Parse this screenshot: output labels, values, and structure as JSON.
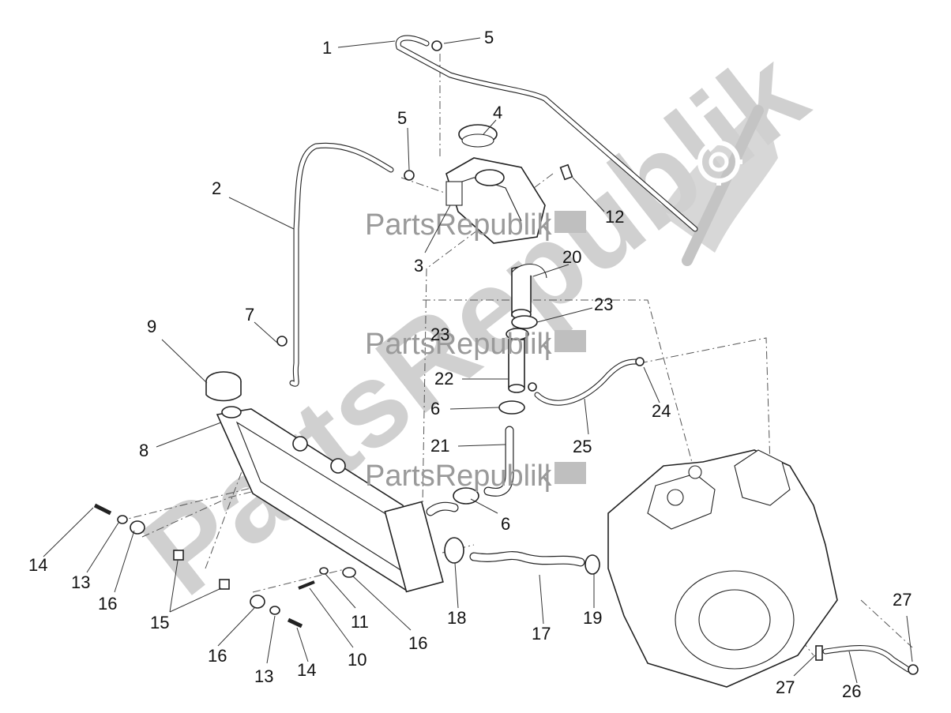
{
  "watermark": {
    "brand": "PartsRepublik",
    "separator": "|"
  },
  "callouts": [
    {
      "id": "c1",
      "label": "1"
    },
    {
      "id": "c2",
      "label": "2"
    },
    {
      "id": "c3",
      "label": "3"
    },
    {
      "id": "c4",
      "label": "4"
    },
    {
      "id": "c5a",
      "label": "5"
    },
    {
      "id": "c5b",
      "label": "5"
    },
    {
      "id": "c6a",
      "label": "6"
    },
    {
      "id": "c6b",
      "label": "6"
    },
    {
      "id": "c7",
      "label": "7"
    },
    {
      "id": "c8",
      "label": "8"
    },
    {
      "id": "c9",
      "label": "9"
    },
    {
      "id": "c10",
      "label": "10"
    },
    {
      "id": "c11",
      "label": "11"
    },
    {
      "id": "c12",
      "label": "12"
    },
    {
      "id": "c13a",
      "label": "13"
    },
    {
      "id": "c13b",
      "label": "13"
    },
    {
      "id": "c14a",
      "label": "14"
    },
    {
      "id": "c14b",
      "label": "14"
    },
    {
      "id": "c15",
      "label": "15"
    },
    {
      "id": "c16a",
      "label": "16"
    },
    {
      "id": "c16b",
      "label": "16"
    },
    {
      "id": "c16c",
      "label": "16"
    },
    {
      "id": "c17",
      "label": "17"
    },
    {
      "id": "c18",
      "label": "18"
    },
    {
      "id": "c19",
      "label": "19"
    },
    {
      "id": "c20",
      "label": "20"
    },
    {
      "id": "c21",
      "label": "21"
    },
    {
      "id": "c22",
      "label": "22"
    },
    {
      "id": "c23a",
      "label": "23"
    },
    {
      "id": "c23b",
      "label": "23"
    },
    {
      "id": "c24",
      "label": "24"
    },
    {
      "id": "c25",
      "label": "25"
    },
    {
      "id": "c26",
      "label": "26"
    },
    {
      "id": "c27a",
      "label": "27"
    },
    {
      "id": "c27b",
      "label": "27"
    }
  ]
}
